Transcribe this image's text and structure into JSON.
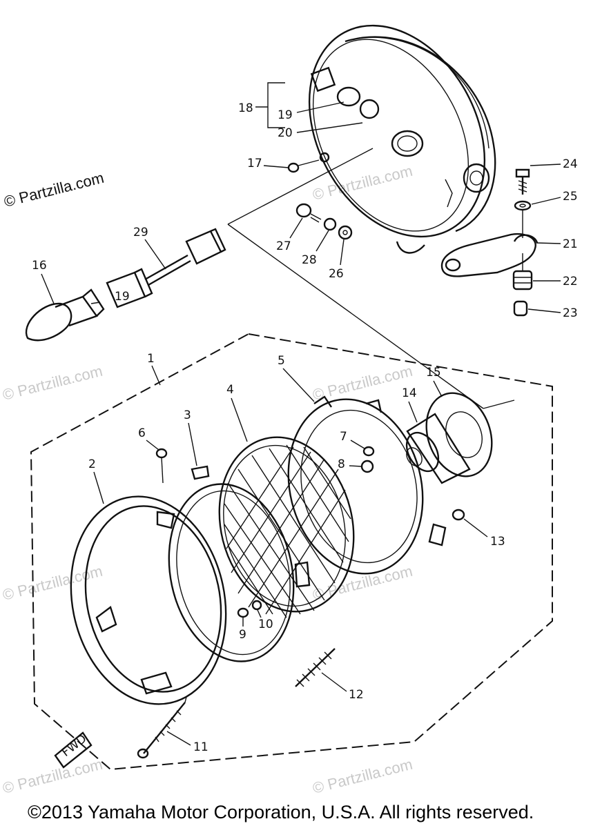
{
  "diagram": {
    "watermark": "© Partzilla.com",
    "copyright": "©2013 Yamaha Motor Corporation, U.S.A. All rights reserved.",
    "fwd_label": "FWD",
    "connector_label": "19",
    "callouts": {
      "c1": "1",
      "c2": "2",
      "c3": "3",
      "c4": "4",
      "c5": "5",
      "c6": "6",
      "c7": "7",
      "c8": "8",
      "c9": "9",
      "c10": "10",
      "c11": "11",
      "c12": "12",
      "c13": "13",
      "c14": "14",
      "c15": "15",
      "c16": "16",
      "c17": "17",
      "c18": "18",
      "c19": "19",
      "c20": "20",
      "c21": "21",
      "c22": "22",
      "c23": "23",
      "c24": "24",
      "c25": "25",
      "c26": "26",
      "c27": "27",
      "c28": "28",
      "c29": "29"
    }
  }
}
